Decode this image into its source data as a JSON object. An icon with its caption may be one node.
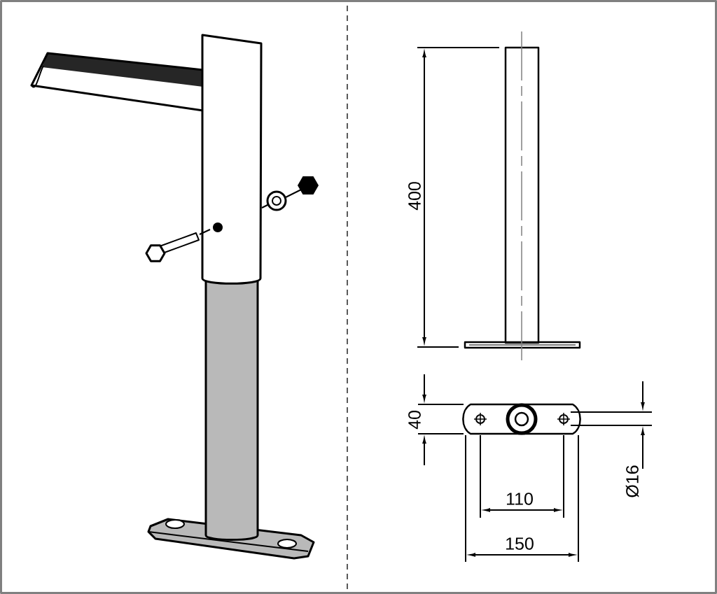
{
  "diagram": {
    "labels": [
      "400",
      "40",
      "110",
      "150",
      "Ø16"
    ]
  }
}
